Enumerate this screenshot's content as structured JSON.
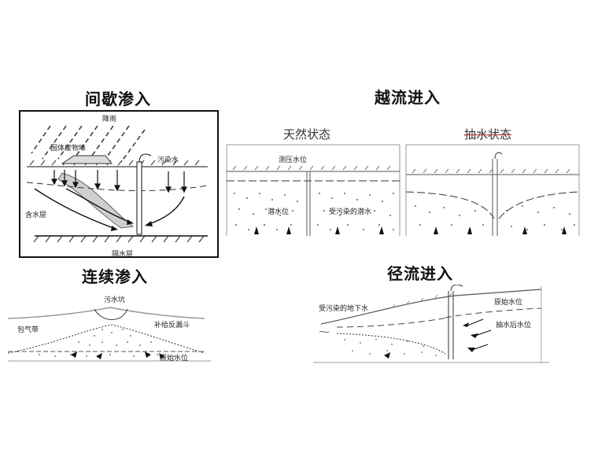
{
  "panels": {
    "intermittent": {
      "title": "间歇渗入",
      "labels": {
        "rain": "降雨",
        "solid_waste": "固体废物堆",
        "polluted_water": "污染水",
        "aquifer": "含水层",
        "aquitard": "隔水层"
      }
    },
    "overflow": {
      "title": "越流进入",
      "natural_state": "天然状态",
      "pumping_state": "抽水状态",
      "labels": {
        "confined_level": "测压水位",
        "phreatic_level": "潜水位",
        "polluted_phreatic": "受污染的潜水"
      }
    },
    "continuous": {
      "title": "连续渗入",
      "labels": {
        "sewage_pit": "污水坑",
        "vadose_zone": "包气带",
        "recharge_funnel": "补给反漏斗",
        "original_level": "原始水位"
      }
    },
    "runoff": {
      "title": "径流进入",
      "labels": {
        "polluted_groundwater": "受污染的地下水",
        "original_level": "原始水位",
        "after_pumping_level": "抽水后水位"
      }
    }
  }
}
